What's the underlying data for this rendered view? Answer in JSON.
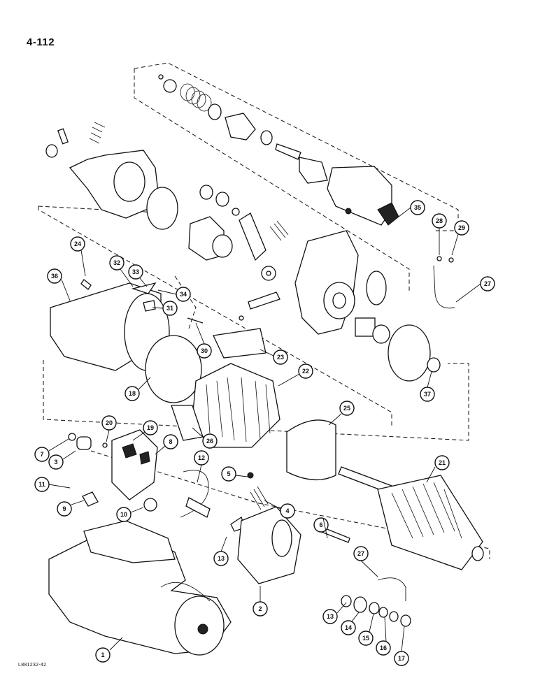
{
  "page": {
    "number": "4-112",
    "drawing_code": "L881232-42"
  },
  "callouts": [
    "1",
    "2",
    "3",
    "4",
    "5",
    "6",
    "7",
    "8",
    "9",
    "10",
    "11",
    "12",
    "13",
    "13",
    "14",
    "15",
    "16",
    "17",
    "18",
    "19",
    "20",
    "21",
    "22",
    "23",
    "24",
    "25",
    "26",
    "27",
    "27",
    "28",
    "29",
    "30",
    "31",
    "32",
    "33",
    "34",
    "35",
    "36",
    "37"
  ],
  "colors": {
    "ink": "#111111",
    "paper": "#ffffff"
  }
}
